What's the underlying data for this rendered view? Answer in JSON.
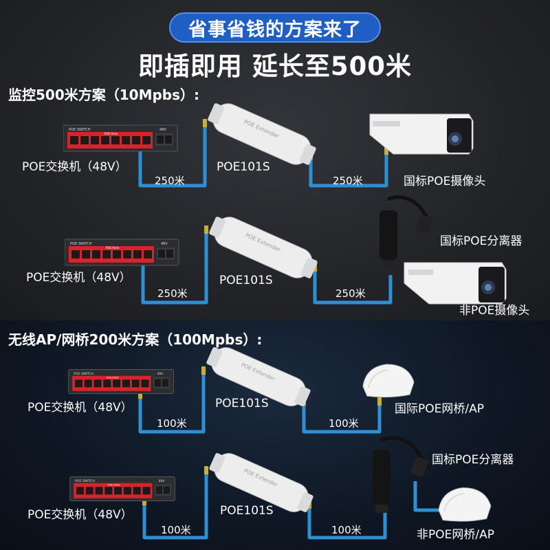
{
  "banner": "省事省钱的方案来了",
  "headline": "即插即用 延长至500米",
  "sections": [
    {
      "title": "监控500米方案（10Mpbs）:",
      "rows": [
        {
          "switch": "POE交换机（48V）",
          "extender": "POE101S",
          "dist1": "250米",
          "dist2": "250米",
          "end": "国标POE摄像头"
        },
        {
          "switch": "POE交换机（48V）",
          "extender": "POE101S",
          "dist1": "250米",
          "dist2": "250米",
          "splitter": "国标POE分离器",
          "end": "非POE摄像头"
        }
      ]
    },
    {
      "title": "无线AP/网桥200米方案（100Mpbs）:",
      "rows": [
        {
          "switch": "POE交换机（48V）",
          "extender": "POE101S",
          "dist1": "100米",
          "dist2": "100米",
          "end": "国际POE网桥/AP"
        },
        {
          "switch": "POE交换机（48V）",
          "extender": "POE101S",
          "dist1": "100米",
          "dist2": "100米",
          "splitter": "国标POE分离器",
          "end": "非POE网桥/AP"
        }
      ]
    }
  ],
  "device_text": {
    "switch_brand": "POE SWITCH",
    "switch_ports": "POE Ports",
    "switch_power": "48V",
    "extender": "POE Extender"
  },
  "colors": {
    "banner": "#1f5ec4",
    "cable": "#2f8fd4",
    "switch_red": "#d8232a"
  }
}
